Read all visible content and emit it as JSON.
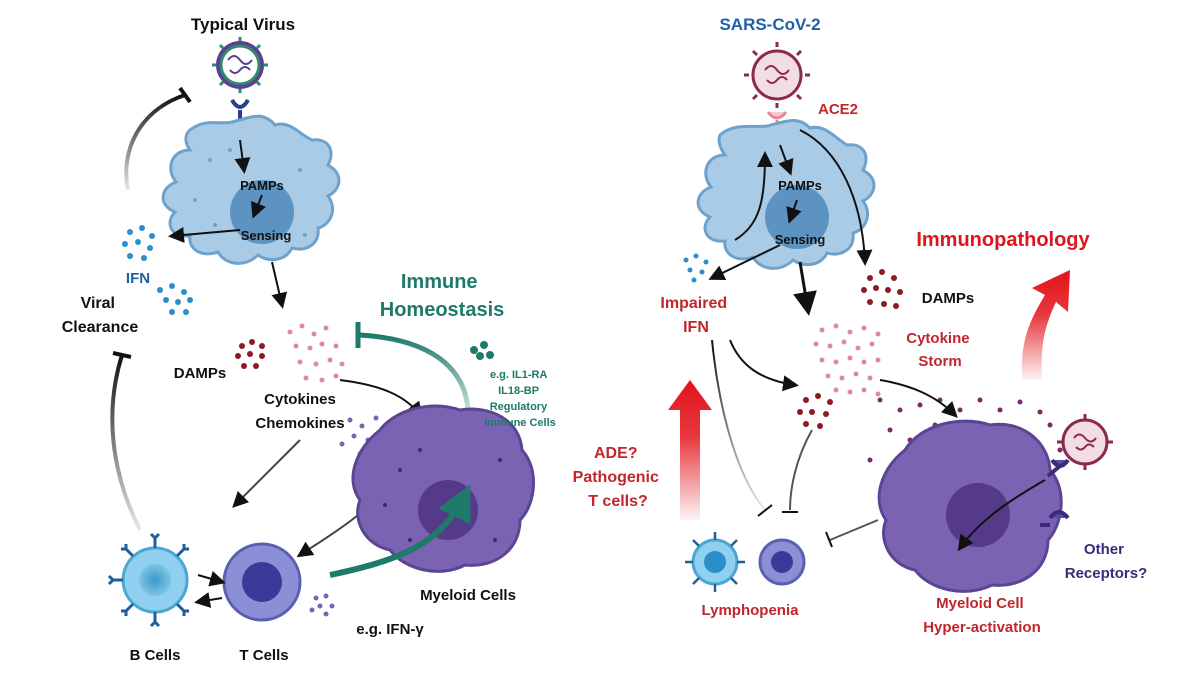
{
  "colors": {
    "black": "#111111",
    "blue_label": "#1f5fa8",
    "red_label": "#c0262b",
    "teal": "#1e7a6a",
    "purple_label": "#3a2a7a",
    "cell_blue": "#a9cbe6",
    "cell_blue_edge": "#6ea2cc",
    "myeloid_purple": "#7b63b3",
    "myeloid_edge": "#5a4592",
    "bright_red": "#e3131b"
  },
  "left_panel": {
    "typical_virus": "Typical Virus",
    "pamps": "PAMPs",
    "sensing": "Sensing",
    "ifn": "IFN",
    "viral_clearance": [
      "Viral",
      "Clearance"
    ],
    "damps": "DAMPs",
    "cytokines": "Cytokines",
    "chemokines": "Chemokines",
    "immune_homeostasis": [
      "Immune",
      "Homeostasis"
    ],
    "regulators": [
      "e.g. IL1-RA",
      "IL18-BP",
      "Regulatory",
      "Immune Cells"
    ],
    "myeloid_cells": "Myeloid Cells",
    "ifn_gamma": "e.g. IFN-γ",
    "b_cells": "B Cells",
    "t_cells": "T Cells"
  },
  "right_panel": {
    "sars_cov_2": "SARS-CoV-2",
    "ace2": "ACE2",
    "pamps": "PAMPs",
    "sensing": "Sensing",
    "immunopathology": "Immunopathology",
    "impaired_ifn": [
      "Impaired",
      "IFN"
    ],
    "damps": "DAMPs",
    "cytokine_storm": [
      "Cytokine",
      "Storm"
    ],
    "ade": [
      "ADE?",
      "Pathogenic",
      "T cells?"
    ],
    "lymphopenia": "Lymphopenia",
    "myeloid_hyper": [
      "Myeloid Cell",
      "Hyper-activation"
    ],
    "other_receptors": [
      "Other",
      "Receptors?"
    ]
  }
}
